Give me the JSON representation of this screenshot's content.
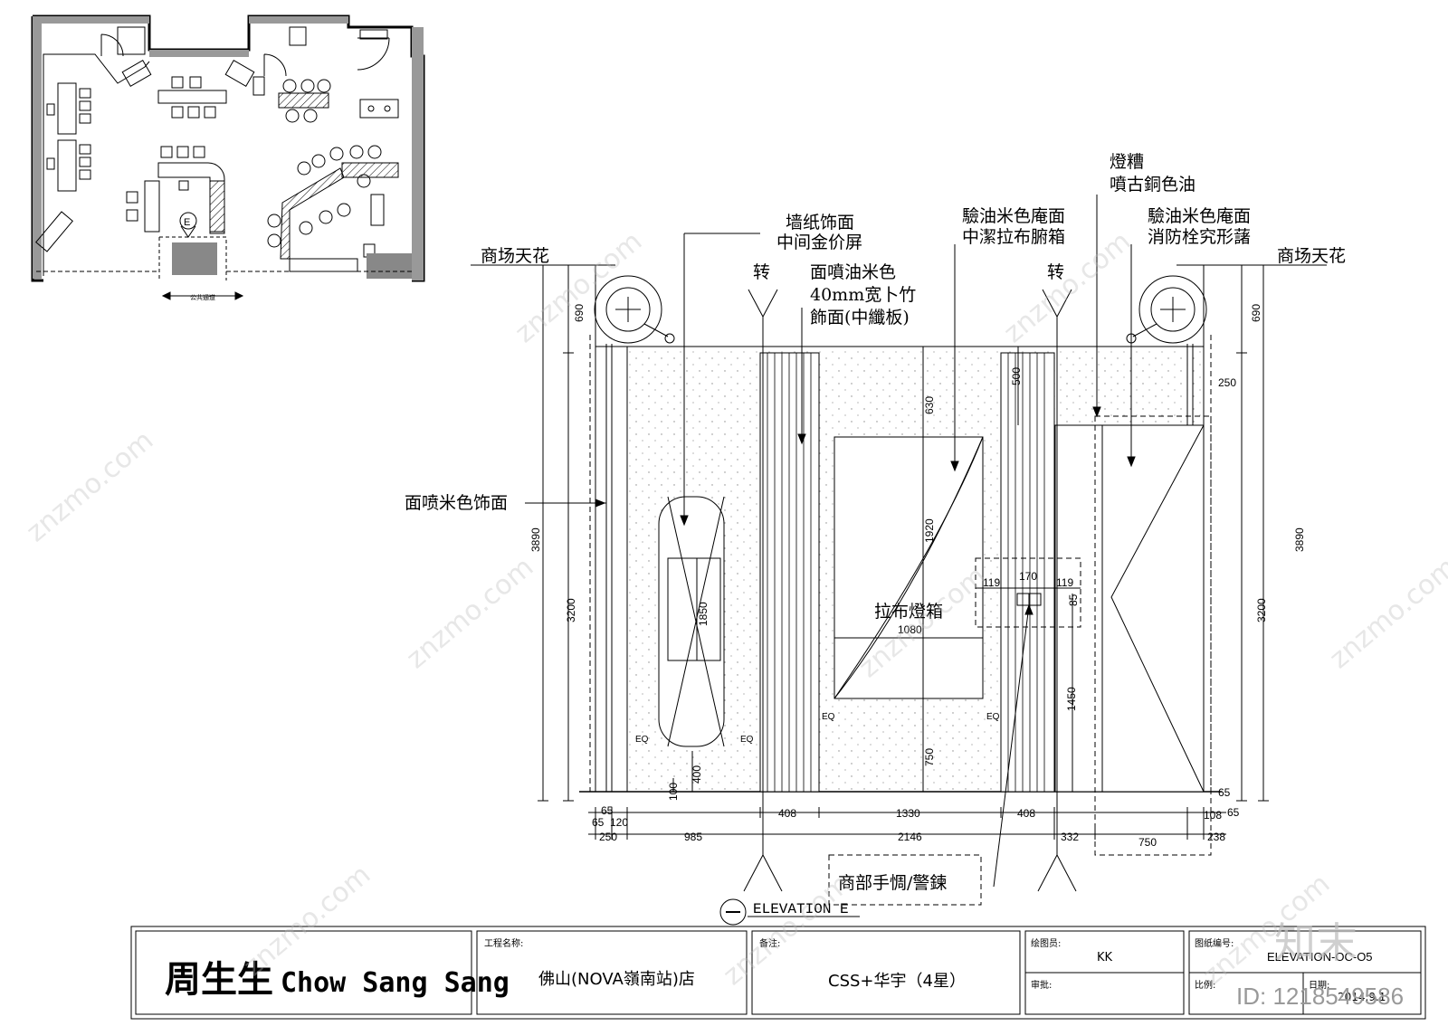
{
  "plan": {
    "marker": "E",
    "corridor_label": "公共通道"
  },
  "labels": {
    "mall_ceiling_left": "商场天花",
    "mall_ceiling_right": "商场天花",
    "turn_left": "转",
    "turn_right": "转",
    "wallpaper_1": "墙纸饰面",
    "wallpaper_2": "中间金价屏",
    "paint_1": "面噴油米色",
    "paint_2": "40mm宽卜竹",
    "paint_3": "飾面(中纖板)",
    "verify_1": "驗油米色庵面",
    "verify_2": "中潔拉布腑箱",
    "lamp_1": "燈糟",
    "lamp_2": "噴古銅色油",
    "verify_r1": "驗油米色庵面",
    "verify_r2": "消防栓究形藷",
    "left_wall": "面喷米色饰面",
    "lightbox": "拉布燈箱",
    "bottom_box": "商部手惆/警鍊",
    "elevation_title": "ELEVATION E"
  },
  "dims": {
    "d690l": "690",
    "d690r": "690",
    "d3890l": "3890",
    "d3890r": "3890",
    "d3200l": "3200",
    "d3200r": "3200",
    "d630": "630",
    "d500": "500",
    "d250t": "250",
    "d1920": "1920",
    "d1850": "1850",
    "d1080": "1080",
    "d1450": "1450",
    "d750v": "750",
    "d400": "400",
    "d100": "100",
    "d119a": "119",
    "d170": "170",
    "d119b": "119",
    "d85": "85",
    "eq1": "EQ",
    "eq2": "EQ",
    "eq3": "EQ",
    "eq4": "EQ",
    "d65a": "65",
    "d65b": "65",
    "d120": "120",
    "d250": "250",
    "d985": "985",
    "d408a": "408",
    "d1330": "1330",
    "d408b": "408",
    "d2146": "2146",
    "d332": "332",
    "d750": "750",
    "d238": "238",
    "d108": "108",
    "d65c": "65",
    "d65d": "65"
  },
  "title_block": {
    "brand_cn": "周生生",
    "brand_en": "Chow Sang Sang",
    "project_label": "工程名称:",
    "project_value": "佛山(NOVA嶺南站)店",
    "remark_label": "备注:",
    "remark_value": "CSS+华宇（4星）",
    "drawn_label": "绘图员:",
    "drawn_value": "KK",
    "review_label": "审批:",
    "drawing_no_label": "图纸编号:",
    "drawing_no_value": "ELEVATION-OC-O5",
    "scale_label": "比例:",
    "date_label": "日期:",
    "date_value": "2014.9.1"
  },
  "watermark": {
    "site": "znzmo.com",
    "brand": "知末",
    "id": "ID: 1218549586"
  }
}
